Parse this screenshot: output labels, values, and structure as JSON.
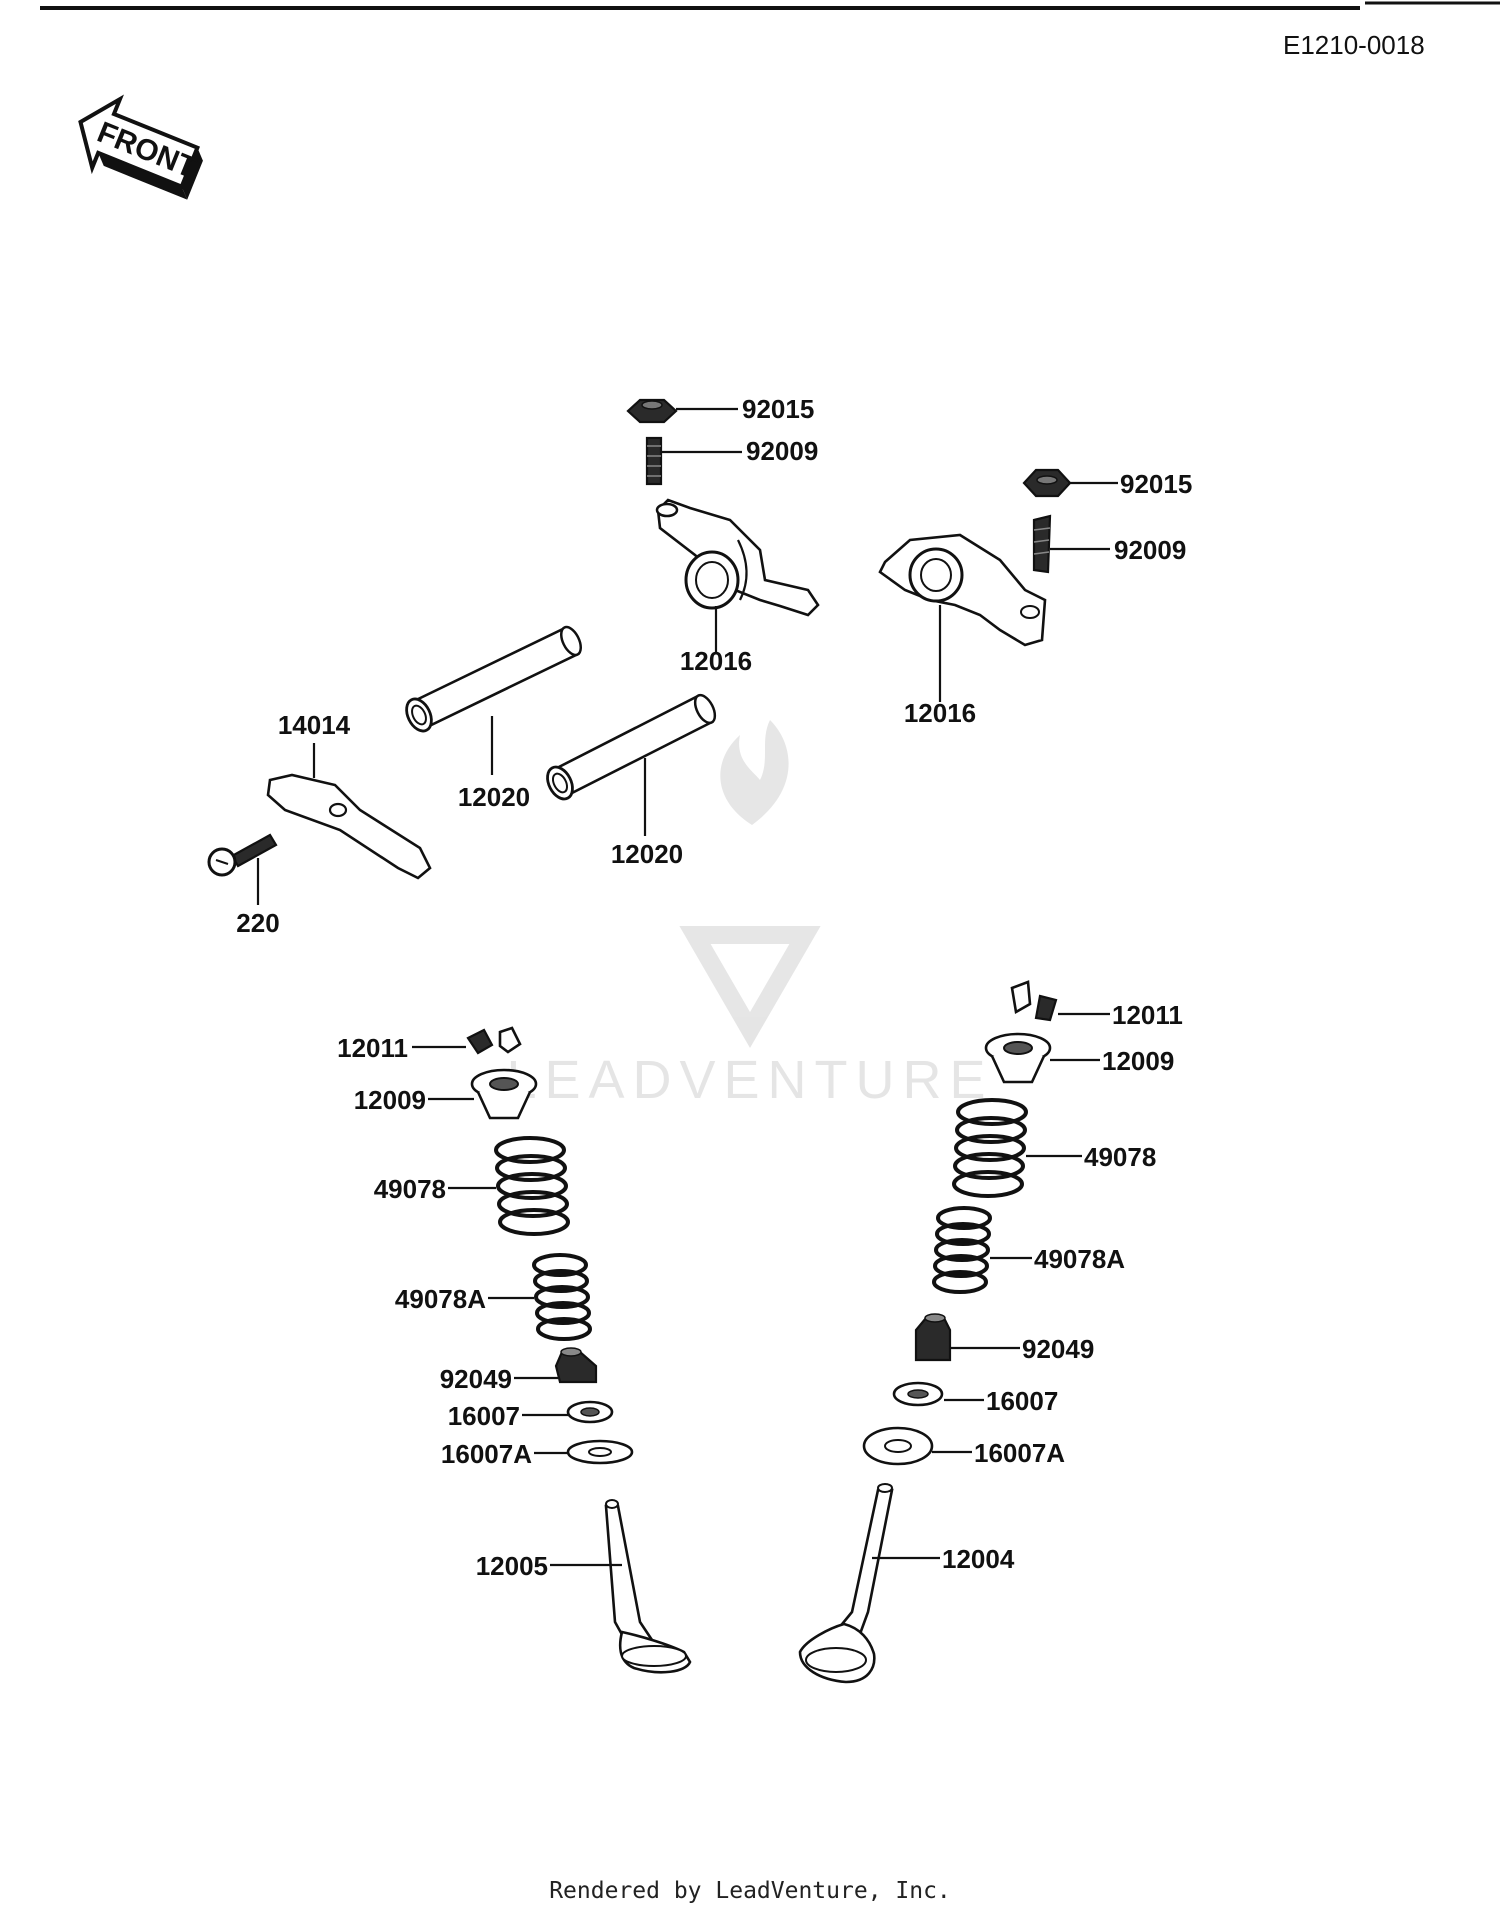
{
  "diagram_code": "E1210-0018",
  "front_label": "FRONT",
  "watermark": "LEADVENTURE",
  "footer": "Rendered by LeadVenture, Inc.",
  "labels": {
    "nut_c": "92015",
    "stud_c": "92009",
    "rocker_c": "12016",
    "nut_r": "92015",
    "stud_r": "92009",
    "rocker_r": "12016",
    "plate": "14014",
    "shaft_l": "12020",
    "shaft_r": "12020",
    "bolt": "220",
    "keeper_l": "12011",
    "retainer_l": "12009",
    "spring_outer_l": "49078",
    "spring_inner_l": "49078A",
    "seal_l": "92049",
    "seat_l": "16007",
    "washer_l": "16007A",
    "valve_l": "12005",
    "keeper_r": "12011",
    "retainer_r": "12009",
    "spring_outer_r": "49078",
    "spring_inner_r": "49078A",
    "seal_r": "92049",
    "seat_r": "16007",
    "washer_r": "16007A",
    "valve_r": "12004"
  }
}
